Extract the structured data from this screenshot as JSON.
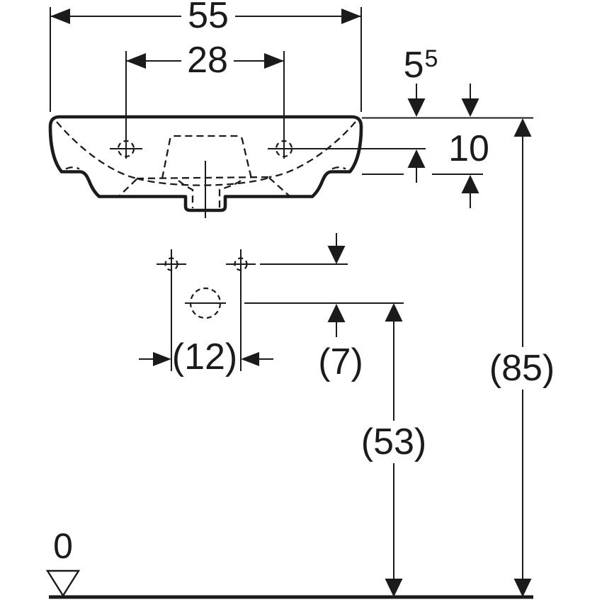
{
  "drawing": {
    "kind": "washbasin-front-view-dimension-drawing",
    "symbols": {
      "floor_datum": "datum-triangle"
    },
    "colors": {
      "line": "#1b1b1b",
      "background": "#ffffff"
    }
  },
  "dimensions": {
    "overall_width": "55",
    "tap_hole_spacing": "28",
    "rim_to_tap_level": {
      "main": "5",
      "superscript": "5"
    },
    "apron_height": "10",
    "rim_height_from_floor": "(85)",
    "drain_height_from_floor": "(53)",
    "fixing_hole_spacing": "(12)",
    "fixing_to_drain_offset": "(7)",
    "floor_level": "0"
  }
}
